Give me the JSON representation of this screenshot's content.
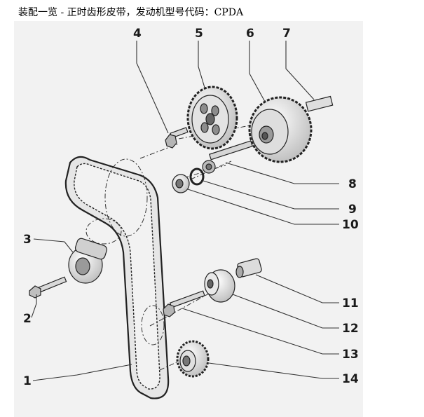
{
  "title": "装配一览 - 正时齿形皮带，发动机型号代码：CPDA",
  "callouts": {
    "c1": "1",
    "c2": "2",
    "c3": "3",
    "c4": "4",
    "c5": "5",
    "c6": "6",
    "c7": "7",
    "c8": "8",
    "c9": "9",
    "c10": "10",
    "c11": "11",
    "c12": "12",
    "c13": "13",
    "c14": "14"
  },
  "colors": {
    "panel": "#f2f2f2",
    "part_fill": "#d9d9d9",
    "line": "#222222"
  }
}
